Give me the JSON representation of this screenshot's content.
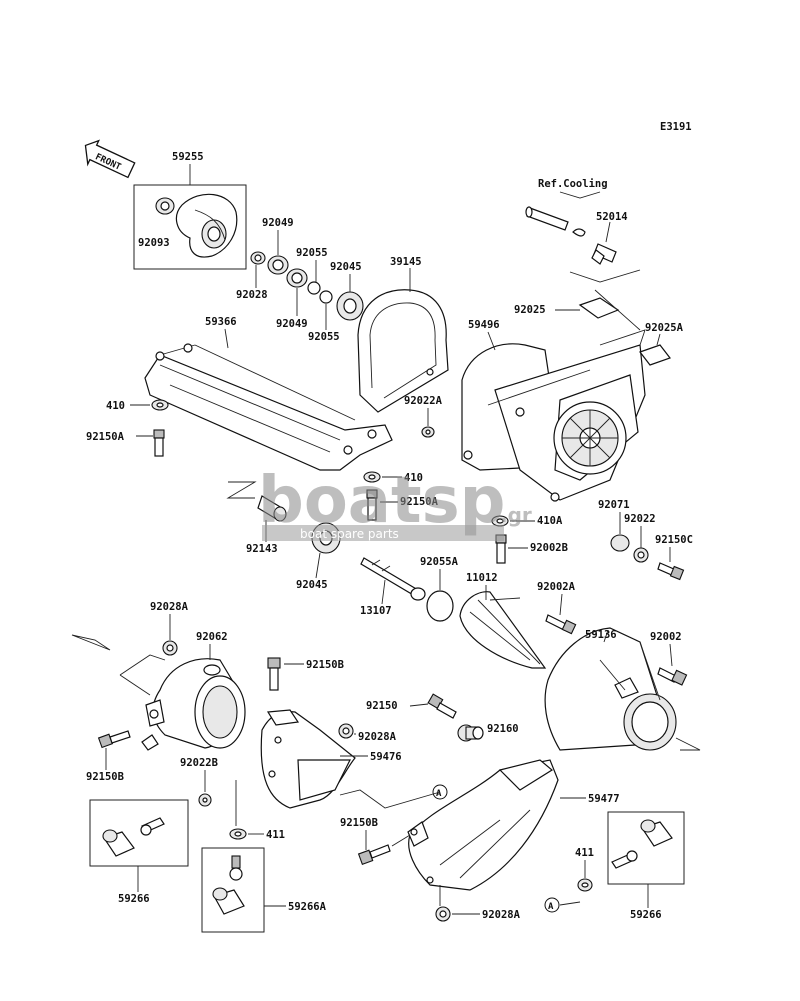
{
  "diagram": {
    "code": "E3191",
    "front_label": "FRONT",
    "ref_label": "Ref.Cooling",
    "circle_marker": "A",
    "watermark": {
      "main": "boatsp",
      "suffix": ".gr",
      "sub": "boat spare parts"
    },
    "labels": {
      "p59255": "59255",
      "p92093": "92093",
      "p92049a": "92049",
      "p92055a": "92055",
      "p92045a": "92045",
      "p39145": "39145",
      "p92028": "92028",
      "p92049b": "92049",
      "p92055b": "92055",
      "p59366": "59366",
      "p410a": "410",
      "p92150Aa": "92150A",
      "p52014": "52014",
      "p92025": "92025",
      "p92025A": "92025A",
      "p59496": "59496",
      "p92022A": "92022A",
      "p410b": "410",
      "p92150Ab": "92150A",
      "p410A": "410A",
      "p92143": "92143",
      "p92045b": "92045",
      "p92071": "92071",
      "p92022a": "92022",
      "p92150C": "92150C",
      "p92002B": "92002B",
      "p92055A": "92055A",
      "p11012": "11012",
      "p92002A": "92002A",
      "p13107": "13107",
      "p59136": "59136",
      "p92028Aa": "92028A",
      "p92062": "92062",
      "p92002": "92002",
      "p92150Ba": "92150B",
      "p92150": "92150",
      "p92028Ab": "92028A",
      "p92160": "92160",
      "p59476": "59476",
      "p92150Bb": "92150B",
      "p92022B": "92022B",
      "p59477": "59477",
      "p411a": "411",
      "p92150Bc": "92150B",
      "p59266a": "59266",
      "p59266A": "59266A",
      "p411b": "411",
      "p92028Ac": "92028A",
      "p59266b": "59266"
    }
  }
}
